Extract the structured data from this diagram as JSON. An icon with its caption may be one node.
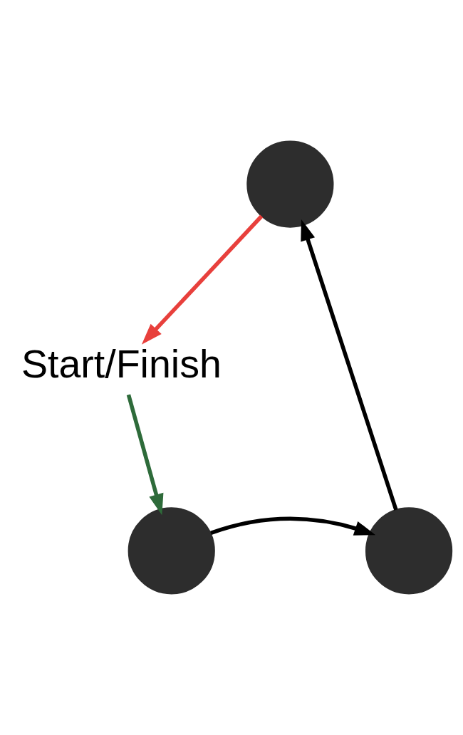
{
  "diagram": {
    "nodes": [
      {
        "text": [],
        "shape": "circle"
      },
      {
        "text": [],
        "shape": "circle"
      },
      {
        "text": [],
        "shape": "circle"
      },
      {
        "text": [
          "Start/Finish"
        ]
      }
    ],
    "edges": [
      {
        "from": 0,
        "to": 3,
        "arrow": "to",
        "color": "#e8403c"
      },
      {
        "from": 3,
        "to": 2,
        "arrow": "to",
        "color": "#2e6b3a"
      },
      {
        "from": 2,
        "to": 1,
        "arrow": "to"
      },
      {
        "from": 1,
        "to": 0,
        "arrow": "to"
      }
    ]
  }
}
